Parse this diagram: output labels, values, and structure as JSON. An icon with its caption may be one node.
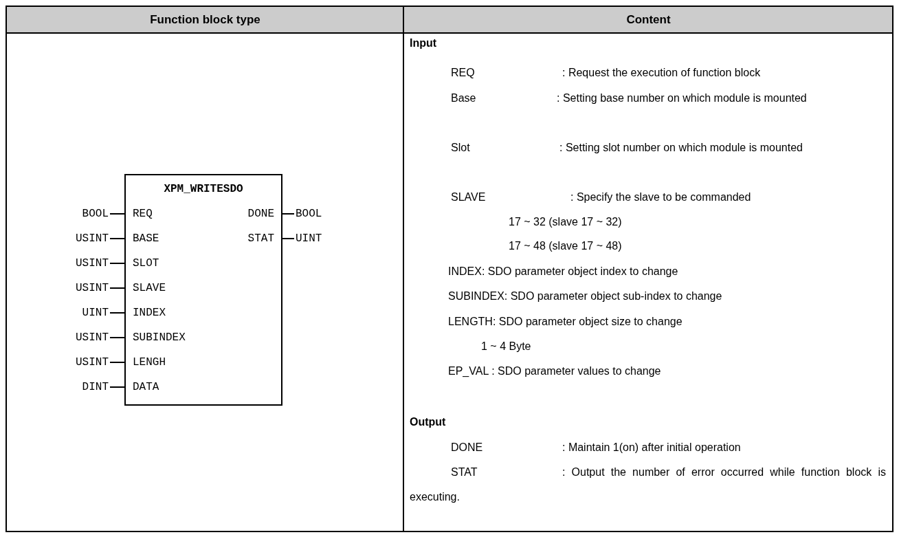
{
  "diagram": {
    "nodes": [
      {
        "text": [
          "XPM_WRITESDO"
        ]
      },
      {
        "text": [
          "REQ"
        ],
        "in": 0
      },
      {
        "text": [
          "BASE"
        ],
        "in": 0
      },
      {
        "text": [
          "SLOT"
        ],
        "in": 0
      },
      {
        "text": [
          "SLAVE"
        ],
        "in": 0
      },
      {
        "text": [
          "INDEX"
        ],
        "in": 0
      },
      {
        "text": [
          "SUBINDEX"
        ],
        "in": 0
      },
      {
        "text": [
          "LENGH"
        ],
        "in": 0
      },
      {
        "text": [
          "DATA"
        ],
        "in": 0
      },
      {
        "text": [
          "DONE"
        ],
        "in": 0
      },
      {
        "text": [
          "STAT"
        ],
        "in": 0
      },
      {
        "text": [
          "BOOL"
        ]
      },
      {
        "text": [
          "USINT"
        ]
      },
      {
        "text": [
          "USINT"
        ]
      },
      {
        "text": [
          "USINT"
        ]
      },
      {
        "text": [
          "UINT"
        ]
      },
      {
        "text": [
          "USINT"
        ]
      },
      {
        "text": [
          "USINT"
        ]
      },
      {
        "text": [
          "DINT"
        ]
      },
      {
        "text": [
          "BOOL"
        ]
      },
      {
        "text": [
          "UINT"
        ]
      }
    ],
    "edges": [
      {
        "from": 11,
        "to": 1,
        "arrow": "none"
      },
      {
        "from": 12,
        "to": 2,
        "arrow": "none"
      },
      {
        "from": 13,
        "to": 3,
        "arrow": "none"
      },
      {
        "from": 14,
        "to": 4,
        "arrow": "none"
      },
      {
        "from": 15,
        "to": 5,
        "arrow": "none"
      },
      {
        "from": 16,
        "to": 6,
        "arrow": "none"
      },
      {
        "from": 17,
        "to": 7,
        "arrow": "none"
      },
      {
        "from": 18,
        "to": 8,
        "arrow": "none"
      },
      {
        "from": 9,
        "to": 19,
        "arrow": "none"
      },
      {
        "from": 10,
        "to": 20,
        "arrow": "none"
      }
    ],
    "labels": [
      "Function block type",
      "Content",
      "Input",
      "REQ",
      ": Request the execution of function block",
      "Base",
      ": Setting base number on which module is mounted",
      "Slot",
      ": Setting slot number on which module is mounted",
      "SLAVE",
      ": Specify the slave to be commanded",
      "17 ~ 32 (slave 17 ~ 32)",
      "17 ~ 48 (slave 17 ~ 48)",
      "INDEX: SDO parameter object index to change",
      "SUBINDEX: SDO parameter object sub-index to change",
      "LENGTH: SDO parameter object size to change",
      "1 ~ 4 Byte",
      "EP_VAL : SDO parameter values to change",
      "Output",
      "DONE",
      ": Maintain 1(on) after initial operation",
      "STAT",
      ": Output the number of error occurred while function block is executing."
    ]
  }
}
